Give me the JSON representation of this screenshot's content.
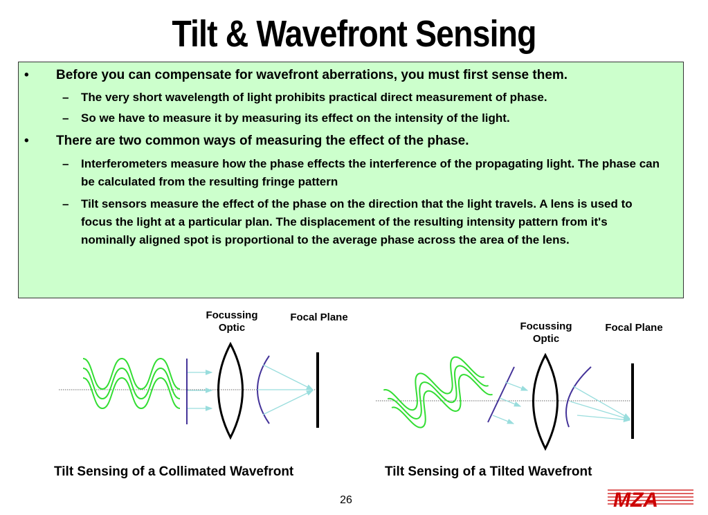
{
  "slide": {
    "title": "Tilt & Wavefront Sensing",
    "page_number": "26",
    "bullets": [
      {
        "text": "Before you can compensate for wavefront aberrations, you must first sense them.",
        "subs": [
          "The very short wavelength of light prohibits practical direct measurement of phase.",
          "So we have to measure it by measuring its effect on the intensity of the light."
        ]
      },
      {
        "text": "There are two common ways of measuring the effect of the phase.",
        "subs": [
          "Interferometers measure how the phase effects the interference of the propagating light. The phase can be calculated from the resulting fringe pattern",
          "Tilt sensors measure the effect of the phase on the direction that the light travels. A lens is used to focus the light at a particular plan. The displacement of the resulting intensity pattern from it's nominally aligned spot is proportional to the average phase across the area of the lens."
        ]
      }
    ],
    "bullet_mark": "•",
    "sub_mark": "–"
  },
  "diagrams": {
    "left": {
      "caption": "Tilt Sensing of a Collimated Wavefront",
      "optic_label": "Focussing Optic",
      "plane_label": "Focal Plane"
    },
    "right": {
      "caption": "Tilt Sensing of a Tilted Wavefront",
      "optic_label": "Focussing Optic",
      "plane_label": "Focal Plane"
    }
  },
  "logo": {
    "text": "MZA"
  },
  "colors": {
    "box_fill": "#ccffcc",
    "wave": "#33dd33",
    "wavefront": "#443399",
    "ray": "#99dddd"
  }
}
